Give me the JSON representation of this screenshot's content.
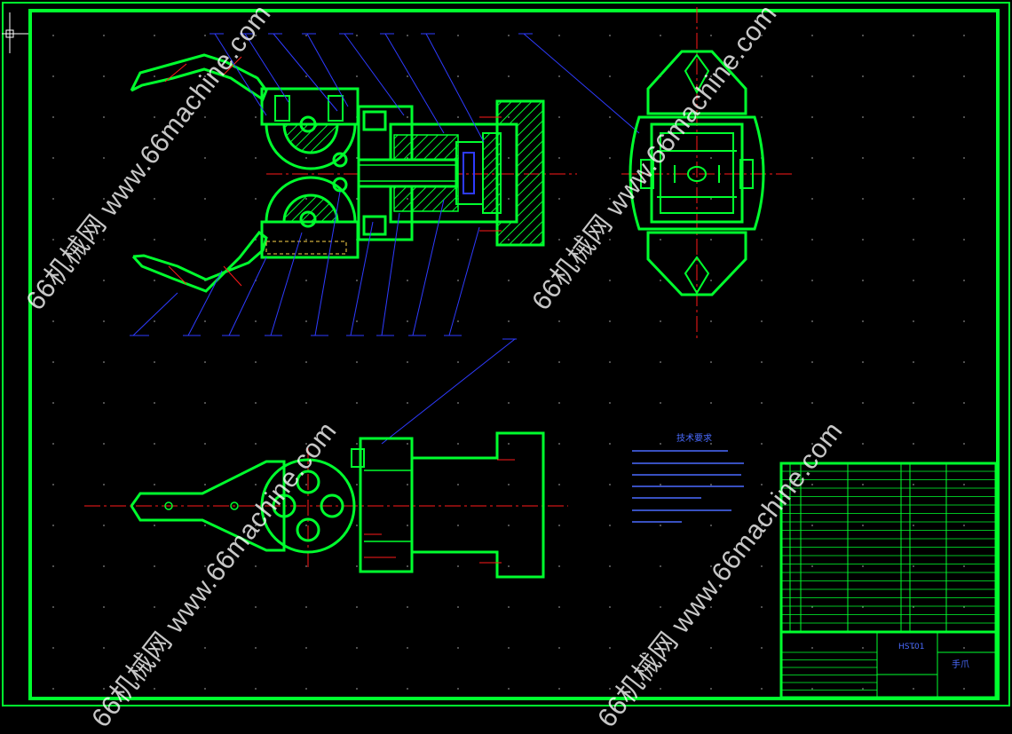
{
  "watermark": {
    "text": "66机械网 www.66machine.com",
    "color": "#ffffff"
  },
  "drawing": {
    "title_stamp": "手爪",
    "drawing_code": "HST01",
    "tech_requirements": {
      "title": "技术要求"
    }
  },
  "colors": {
    "outline": "#00ff2e",
    "centerline": "#ff1a1a",
    "leader": "#2e3bff",
    "annotation": "#4a6bff",
    "hatch": "#00ff2e",
    "cursor": "#ffffff"
  },
  "icons": {
    "crosshair": "crosshair-icon"
  }
}
